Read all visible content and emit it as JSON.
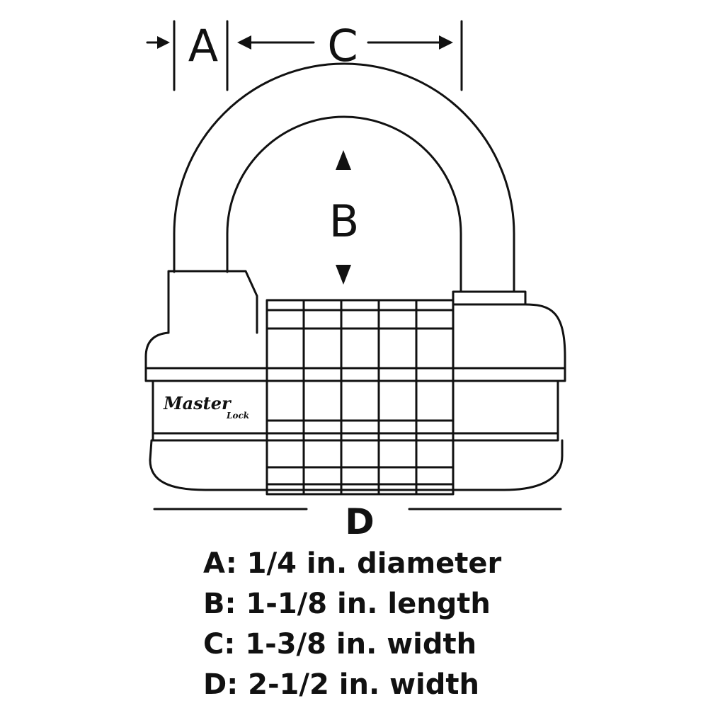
{
  "labels": {
    "a": "A",
    "b": "B",
    "c": "C",
    "d": "D"
  },
  "brand": {
    "line1": "Master",
    "line2": "Lock"
  },
  "specs": [
    {
      "text": "A: 1/4 in. diameter"
    },
    {
      "text": "B: 1-1/8 in. length"
    },
    {
      "text": "C: 1-3/8 in. width"
    },
    {
      "text": "D: 2-1/2 in. width"
    }
  ],
  "colors": {
    "line": "#111111",
    "background": "#ffffff"
  }
}
